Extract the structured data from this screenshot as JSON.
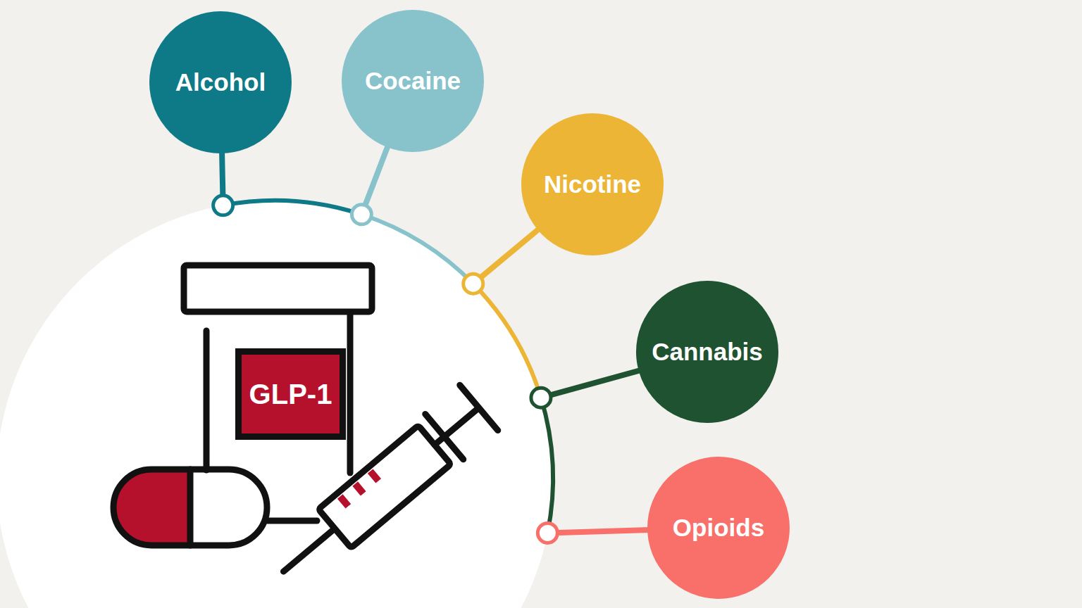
{
  "diagram": {
    "nodes": [
      {
        "text": [
          "GLP-1"
        ]
      },
      {
        "text": [
          "Alcohol"
        ]
      },
      {
        "text": [
          "Cocaine"
        ]
      },
      {
        "text": [
          "Nicotine"
        ]
      },
      {
        "text": [
          "Cannabis"
        ]
      },
      {
        "text": [
          "Opioids"
        ]
      }
    ]
  }
}
